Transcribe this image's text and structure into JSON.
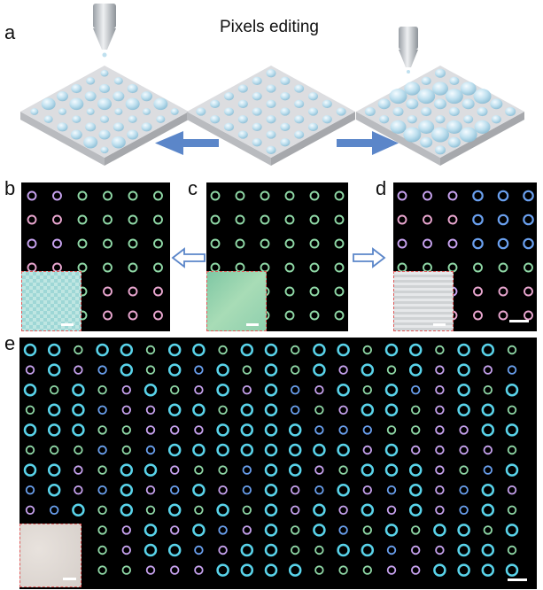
{
  "figure": {
    "title": "Pixels editing",
    "panel_labels": {
      "a": "a",
      "b": "b",
      "c": "c",
      "d": "d",
      "e": "e"
    }
  },
  "colors": {
    "substrate": "#dcdde0",
    "drop": "#bfe0ef",
    "arrow": "#5b86c9",
    "ring_green": "#8fd8a6",
    "ring_purple": "#c7a2ef",
    "ring_pink": "#e9a6cf",
    "ring_cyan": "#59d3ea",
    "ring_blue": "#6aa0ef",
    "inset_border": "#e05a5a"
  },
  "icons": [
    "nozzle-icon",
    "left-arrow-icon",
    "right-arrow-icon",
    "hollow-left-arrow-icon",
    "hollow-right-arrow-icon"
  ]
}
